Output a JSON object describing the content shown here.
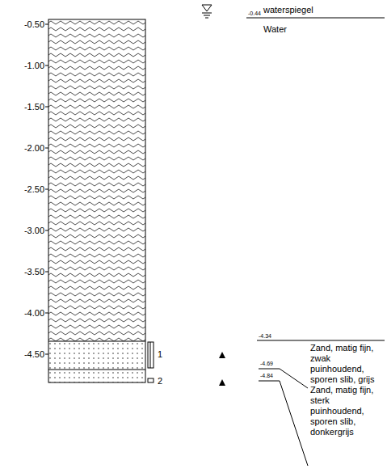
{
  "diagram": {
    "labels": [
      "-0.50",
      "-1.00",
      "-1.50",
      "-2.00",
      "-2.50",
      "-3.00",
      "-3.50",
      "-4.00",
      "-4.50",
      "1",
      "2",
      "-0.44",
      "waterspiegel",
      "Water",
      "-4.34",
      "Zand, matig fijn, zwak puinhoudend, sporen slib, grijs",
      "-4.69",
      "-4.84",
      "Zand, matig fijn, sterk puinhoudend, sporen slib, donkergrijs"
    ]
  }
}
